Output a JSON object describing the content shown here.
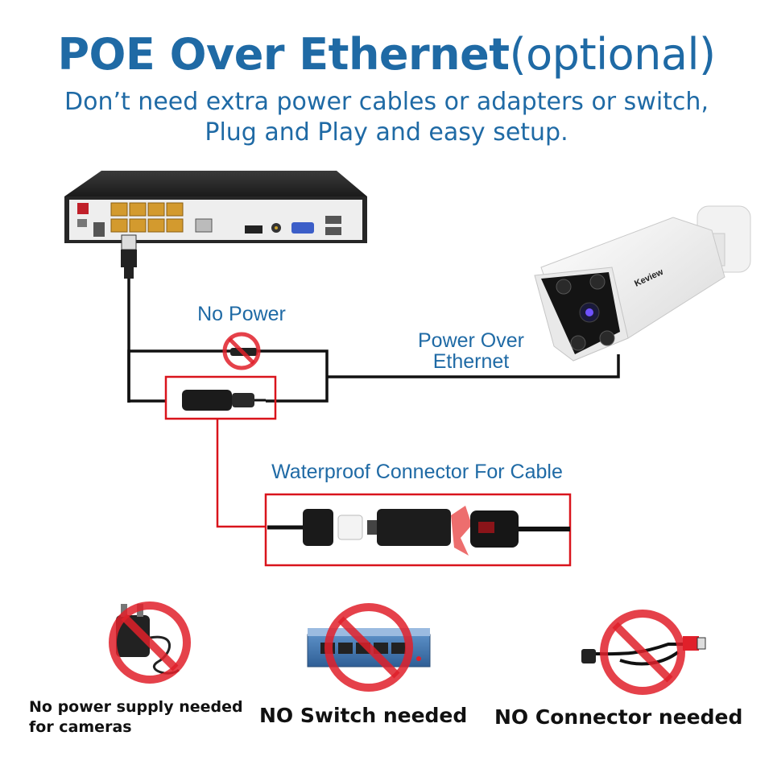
{
  "header": {
    "title_bold": "POE Over Ethernet",
    "title_light": "(optional)",
    "subtitle_line1": "Don’t need extra power cables or adapters or switch,",
    "subtitle_line2": "Plug and Play and easy setup."
  },
  "diagram": {
    "no_power_label": "No Power",
    "poe_label_line1": "Power Over",
    "poe_label_line2": "Ethernet",
    "waterproof_label": "Waterproof Connector For Cable",
    "camera_brand": "Keview"
  },
  "bottom": {
    "item1_line1": "No power supply needed",
    "item1_line2": "for cameras",
    "item2": "NO Switch needed",
    "item3": "NO Connector needed"
  },
  "colors": {
    "brand_blue": "#1f6aa5",
    "prohibit_red": "#e0202a",
    "highlight_red": "#d9141c"
  },
  "icons": [
    "nvr-device",
    "security-camera",
    "power-adapter",
    "network-switch",
    "poe-splitter",
    "prohibited-sign"
  ]
}
